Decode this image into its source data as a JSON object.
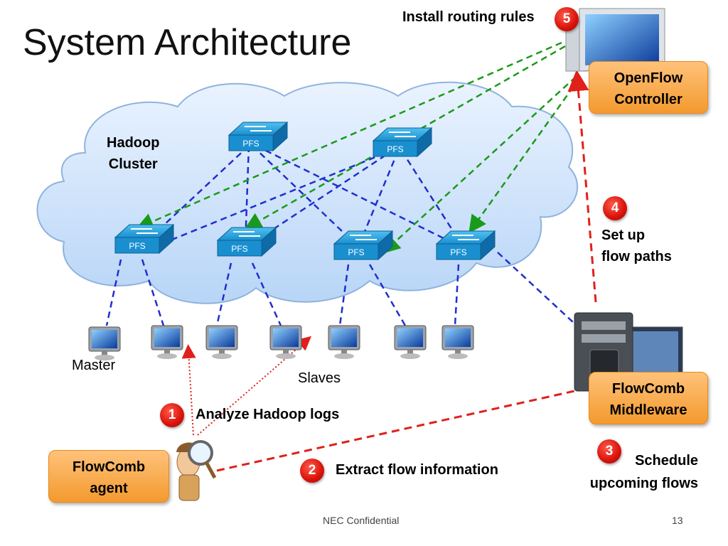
{
  "slide": {
    "title": "System Architecture",
    "cluster_label": "Hadoop\nCluster",
    "switch_label": "PFS",
    "master_label": "Master",
    "slaves_label": "Slaves",
    "controller_label": "OpenFlow\nController",
    "middleware_label": "FlowComb\nMiddleware",
    "agent_label": "FlowComb\nagent",
    "footer_center": "NEC Confidential",
    "page_number": "13"
  },
  "steps": [
    {
      "number": "1",
      "text": "Analyze Hadoop logs"
    },
    {
      "number": "2",
      "text": "Extract flow information"
    },
    {
      "number": "3",
      "text": "Schedule\nupcoming flows"
    },
    {
      "number": "4",
      "text": "Set up\nflow paths"
    },
    {
      "number": "5",
      "text": "Install routing rules"
    }
  ],
  "colors": {
    "blue_link": "#1f2fd0",
    "green_link": "#1a9a1a",
    "red_link": "#e0201a",
    "cloud_fill": "#cfe3fb",
    "switch": "#1f8fd0",
    "badge": "#d8120a",
    "box": "#f39a2e"
  }
}
